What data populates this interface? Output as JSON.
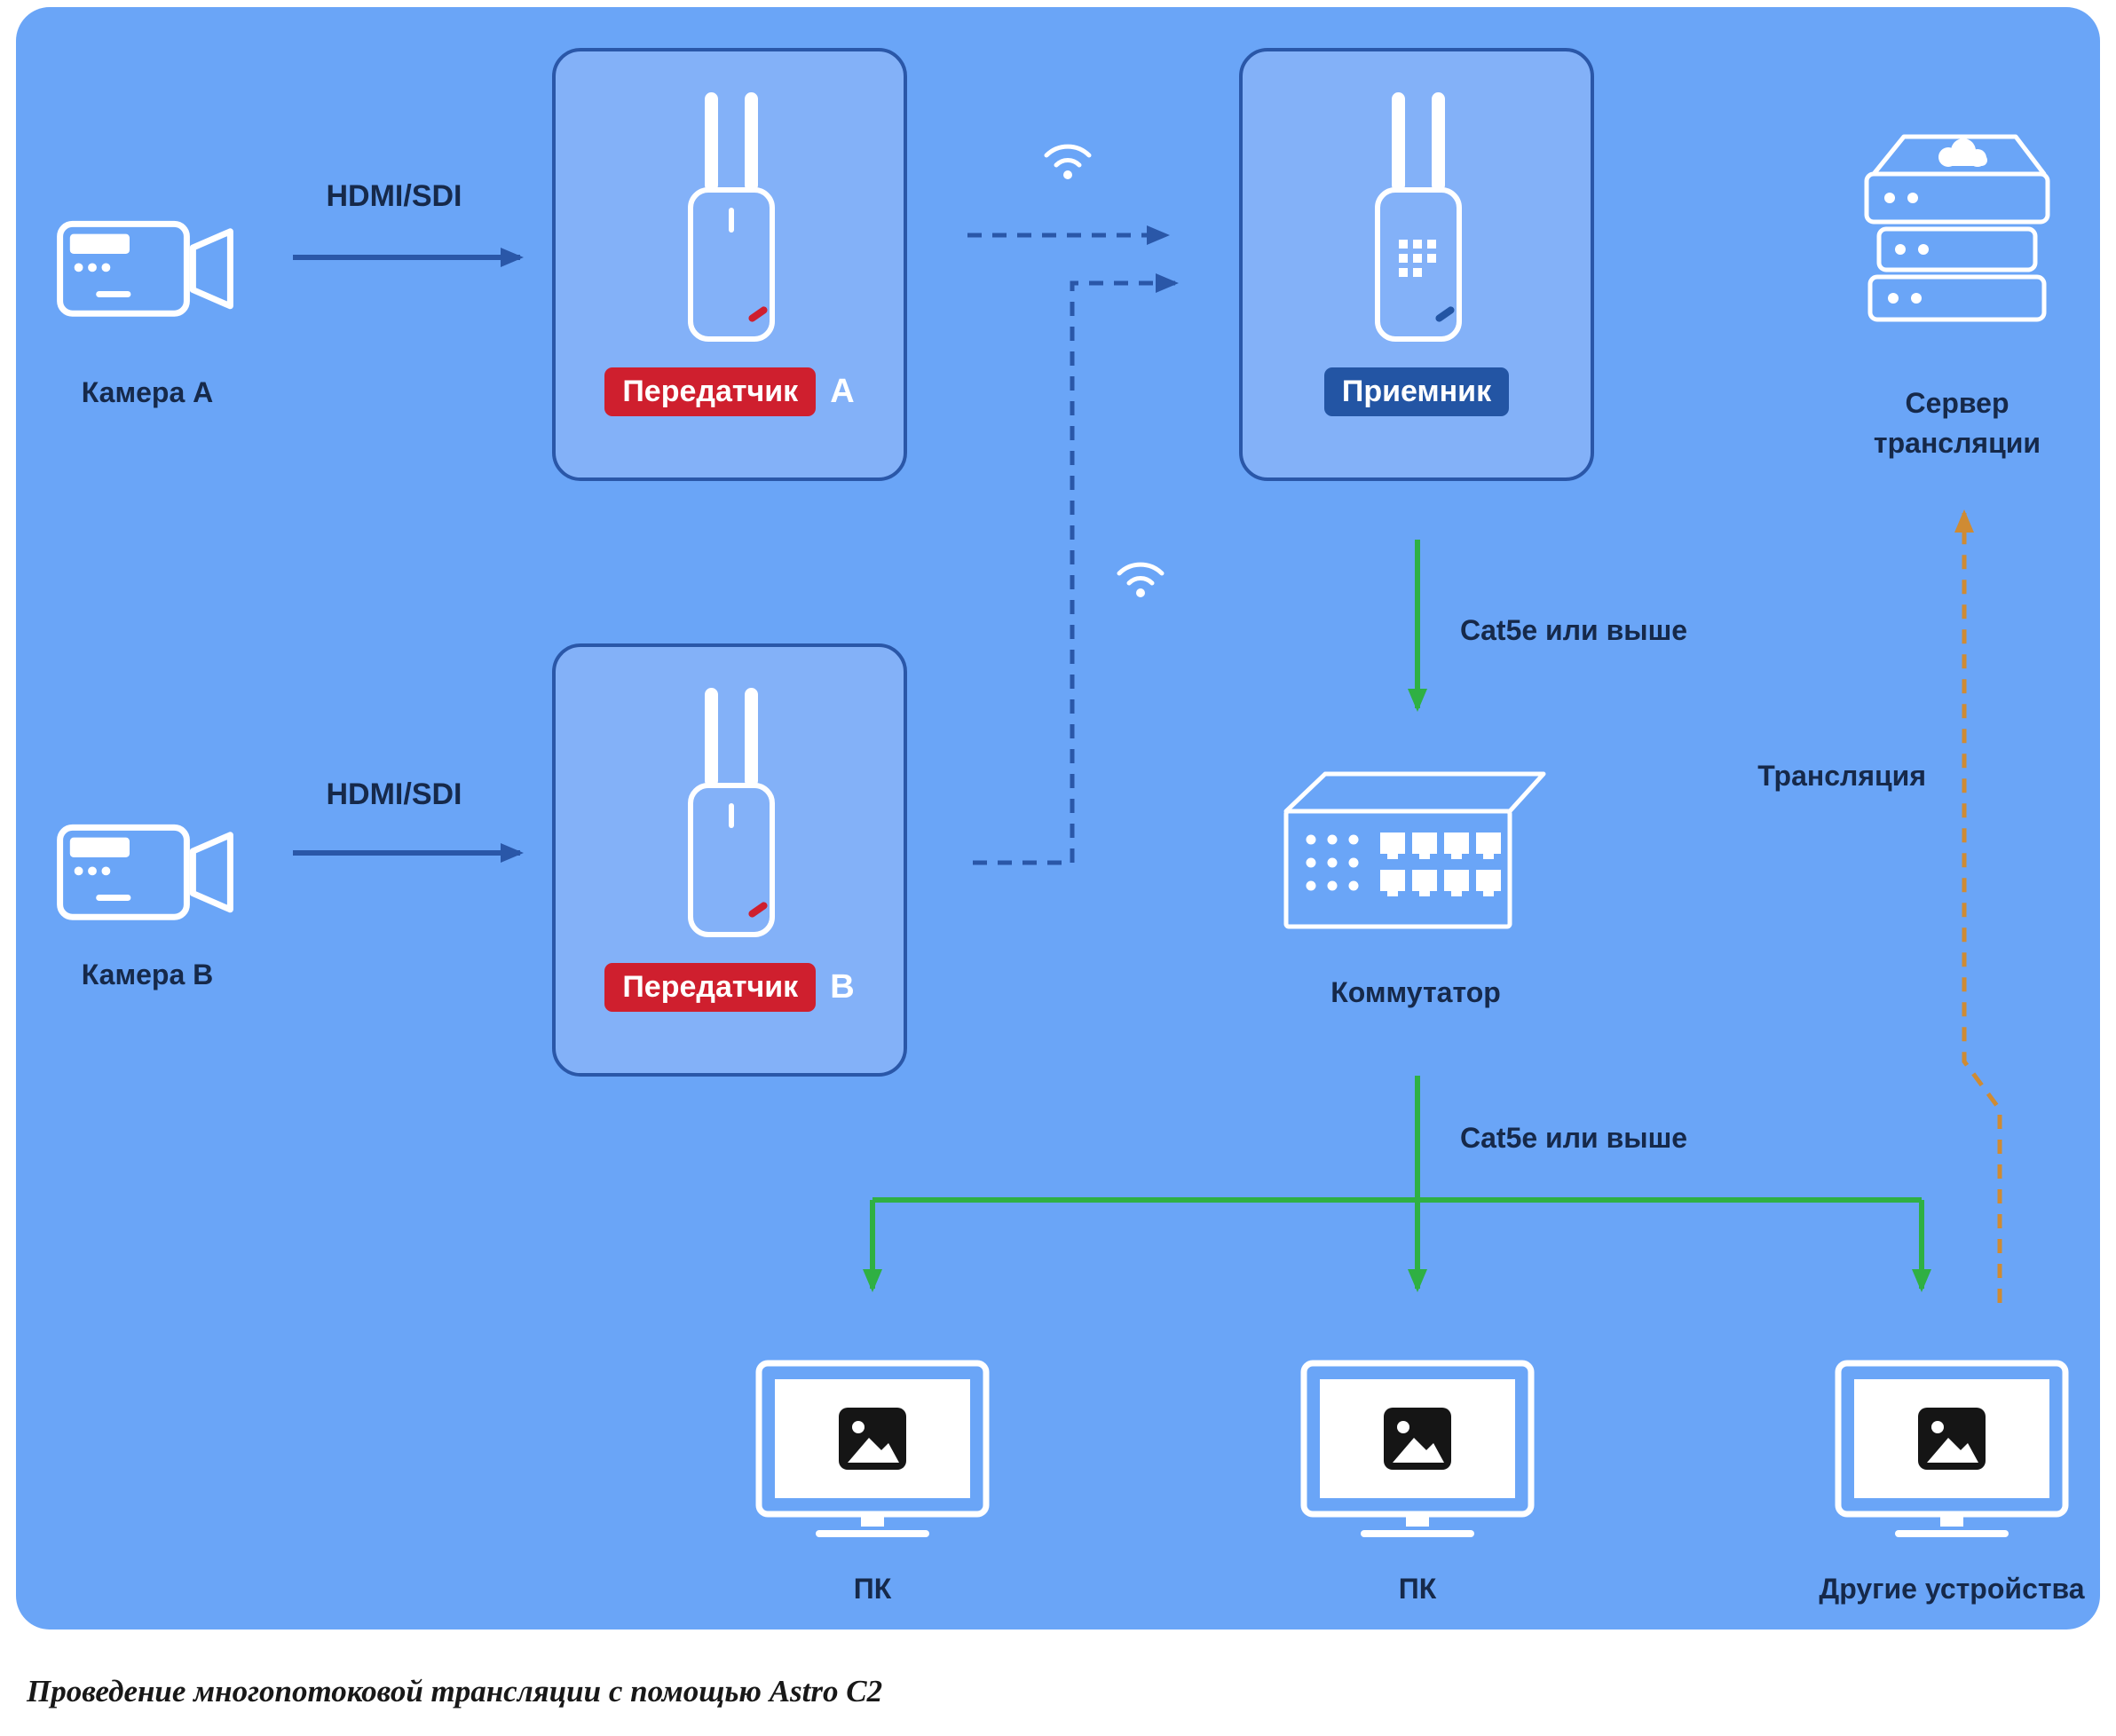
{
  "colors": {
    "bg-blue": "#6aa5f7",
    "box-fill": "#83b1f8",
    "box-border": "#2a57a8",
    "arrow-blue": "#2a57a8",
    "green": "#2fb043",
    "orange": "#cf8b33",
    "badge-red": "#cf1f2e",
    "badge-blue": "#2355a4",
    "label-dark": "#16294a"
  },
  "nodes": {
    "camera_a": {
      "label": "Камера A"
    },
    "camera_b": {
      "label": "Камера B"
    },
    "transmitter_a": {
      "badge": "Передатчик",
      "variant": "A"
    },
    "transmitter_b": {
      "badge": "Передатчик",
      "variant": "B"
    },
    "receiver": {
      "badge": "Приемник"
    },
    "server": {
      "label": "Сервер трансляции"
    },
    "switch": {
      "label": "Коммутатор"
    },
    "pc_left": {
      "label": "ПК"
    },
    "pc_center": {
      "label": "ПК"
    },
    "other_devices": {
      "label": "Другие устройства"
    }
  },
  "edges": {
    "hdmi_a": {
      "label": "HDMI/SDI"
    },
    "hdmi_b": {
      "label": "HDMI/SDI"
    },
    "cat5e_top": {
      "label": "Cat5e или выше"
    },
    "cat5e_bottom": {
      "label": "Cat5e или выше"
    },
    "broadcast": {
      "label": "Трансляция"
    }
  },
  "caption": "Проведение многопотоковой трансляции с помощью Astro C2"
}
